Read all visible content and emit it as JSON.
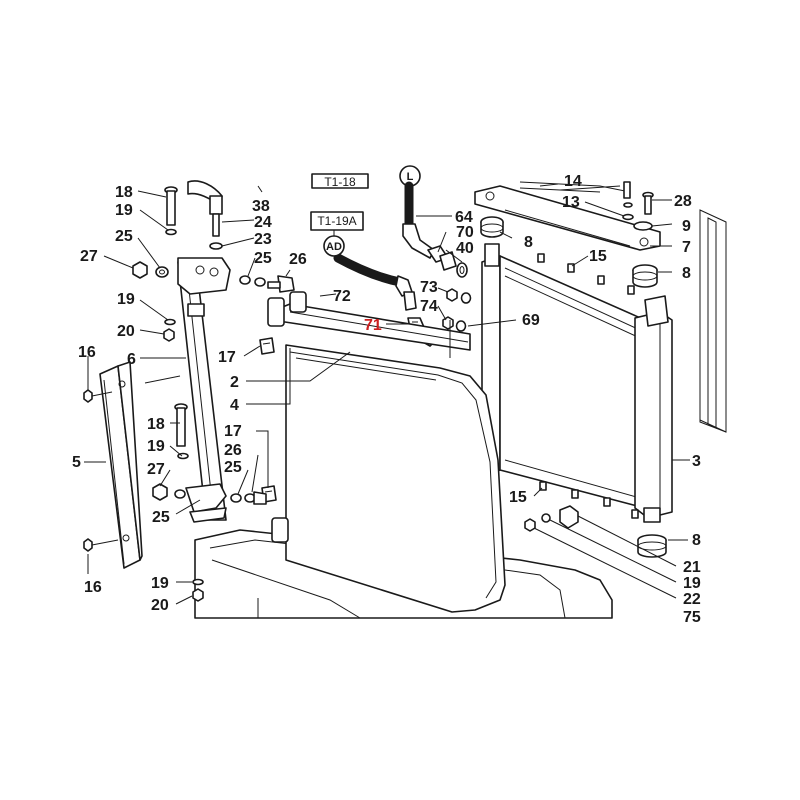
{
  "highlight_color": "#cc1f1f",
  "reference_boxes": [
    {
      "id": "top",
      "text": "T1-18"
    },
    {
      "id": "hose",
      "text": "T1-19A"
    }
  ],
  "connection_bubbles": [
    {
      "id": "ad",
      "text": "AD"
    },
    {
      "id": "top",
      "text": "L"
    }
  ],
  "callouts": [
    {
      "id": "c18a",
      "text": "18"
    },
    {
      "id": "c19a",
      "text": "19"
    },
    {
      "id": "c25a",
      "text": "25"
    },
    {
      "id": "c27a",
      "text": "27"
    },
    {
      "id": "c38",
      "text": "38"
    },
    {
      "id": "c24",
      "text": "24"
    },
    {
      "id": "c23",
      "text": "23"
    },
    {
      "id": "c25b",
      "text": "25"
    },
    {
      "id": "c26a",
      "text": "26"
    },
    {
      "id": "c19b",
      "text": "19"
    },
    {
      "id": "c20a",
      "text": "20"
    },
    {
      "id": "c16a",
      "text": "16"
    },
    {
      "id": "c6",
      "text": "6"
    },
    {
      "id": "c5",
      "text": "5"
    },
    {
      "id": "c16b",
      "text": "16"
    },
    {
      "id": "c18b",
      "text": "18"
    },
    {
      "id": "c19c",
      "text": "19"
    },
    {
      "id": "c27b",
      "text": "27"
    },
    {
      "id": "c25c",
      "text": "25"
    },
    {
      "id": "c17a",
      "text": "17"
    },
    {
      "id": "c26b",
      "text": "26"
    },
    {
      "id": "c25d",
      "text": "25"
    },
    {
      "id": "c17b",
      "text": "17"
    },
    {
      "id": "c19d",
      "text": "19"
    },
    {
      "id": "c20b",
      "text": "20"
    },
    {
      "id": "c2",
      "text": "2"
    },
    {
      "id": "c4",
      "text": "4"
    },
    {
      "id": "c72",
      "text": "72"
    },
    {
      "id": "c71",
      "text": "71",
      "highlight": true
    },
    {
      "id": "c64",
      "text": "64"
    },
    {
      "id": "c70",
      "text": "70"
    },
    {
      "id": "c40",
      "text": "40"
    },
    {
      "id": "c73",
      "text": "73"
    },
    {
      "id": "c74",
      "text": "74"
    },
    {
      "id": "c69",
      "text": "69"
    },
    {
      "id": "c14",
      "text": "14"
    },
    {
      "id": "c13",
      "text": "13"
    },
    {
      "id": "c28",
      "text": "28"
    },
    {
      "id": "c9",
      "text": "9"
    },
    {
      "id": "c7",
      "text": "7"
    },
    {
      "id": "c8a",
      "text": "8"
    },
    {
      "id": "c8b",
      "text": "8"
    },
    {
      "id": "c15a",
      "text": "15"
    },
    {
      "id": "c3",
      "text": "3"
    },
    {
      "id": "c15b",
      "text": "15"
    },
    {
      "id": "c8c",
      "text": "8"
    },
    {
      "id": "c21",
      "text": "21"
    },
    {
      "id": "c19e",
      "text": "19"
    },
    {
      "id": "c22",
      "text": "22"
    },
    {
      "id": "c75",
      "text": "75"
    }
  ]
}
